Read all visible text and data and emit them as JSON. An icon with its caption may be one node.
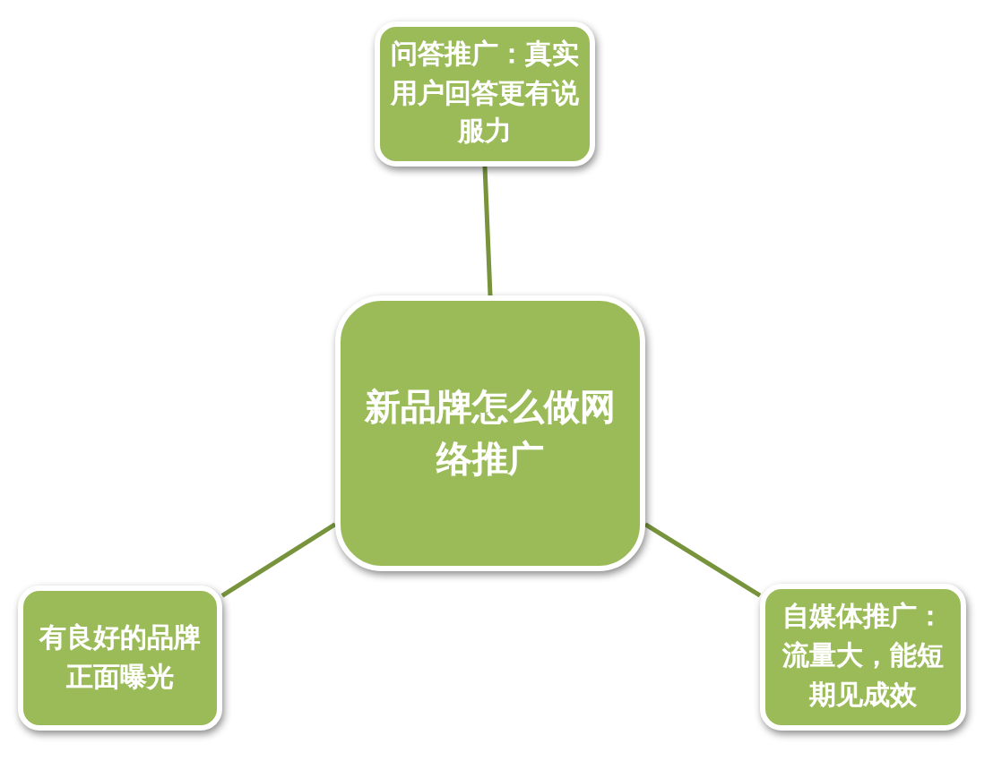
{
  "diagram": {
    "nodes": [
      {
        "text": [
          "问答推广：真实用户回答更有说服力"
        ]
      },
      {
        "text": [
          "新品牌怎么做网络推广"
        ]
      },
      {
        "text": [
          "有良好的品牌正面曝光"
        ]
      },
      {
        "text": [
          "自媒体推广：流量大，能短期见成效"
        ]
      }
    ],
    "edges": [
      {
        "from": 1,
        "to": 0,
        "arrow": "none"
      },
      {
        "from": 1,
        "to": 2,
        "arrow": "none"
      },
      {
        "from": 1,
        "to": 3,
        "arrow": "none"
      }
    ]
  }
}
